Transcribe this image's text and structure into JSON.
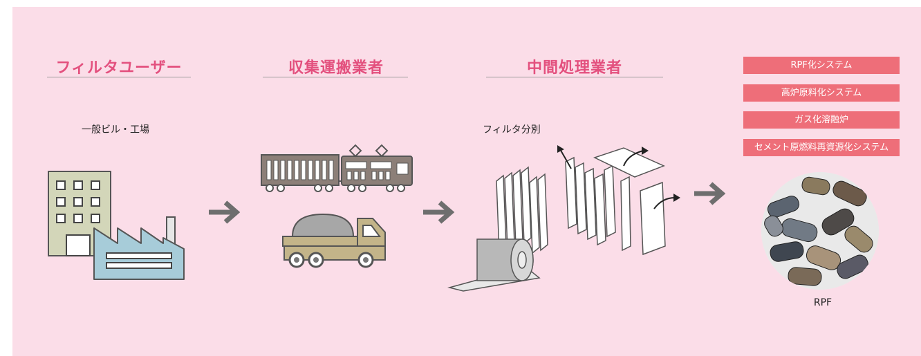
{
  "stages": [
    {
      "title": "フィルタユーザー",
      "label": "一般ビル・工場"
    },
    {
      "title": "収集運搬業者"
    },
    {
      "title": "中間処理業者",
      "label": "フィルタ分別"
    }
  ],
  "systems": [
    "RPF化システム",
    "高炉原料化システム",
    "ガス化溶融炉",
    "セメント原燃料再資源化システム"
  ],
  "product_label": "RPF",
  "colors": {
    "background": "#fbdde8",
    "heading": "#e3507e",
    "system_box": "#ee6e79",
    "arrow": "#6e6e6e"
  }
}
